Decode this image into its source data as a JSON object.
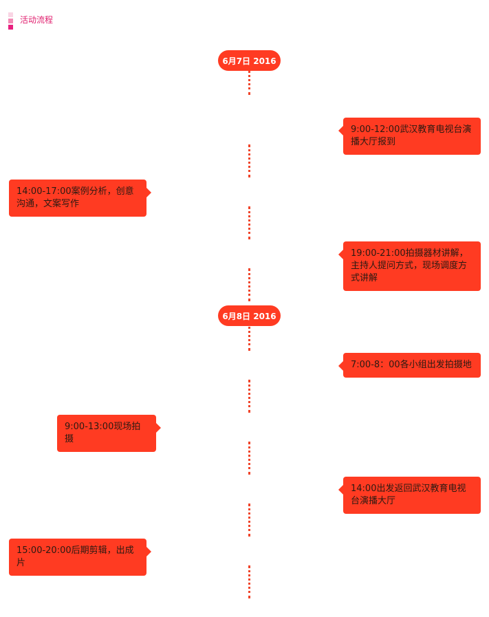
{
  "header": {
    "title": "活动流程",
    "icon": "stacked-squares-icon",
    "colors": {
      "accent": "#e0206f",
      "sq_light": "#f9d5e4",
      "sq_mid": "#f28ab5",
      "sq_dark": "#e8207f"
    }
  },
  "timeline": {
    "accent_color": "#ff3b22",
    "days": [
      {
        "date": "6月7日 2016",
        "events": [
          {
            "text": "9:00-12:00武汉教育电视台演播大厅报到",
            "side": "right"
          },
          {
            "text": "14:00-17:00案例分析，创意沟通，文案写作",
            "side": "left"
          },
          {
            "text": "19:00-21:00拍摄器材讲解，主持人提问方式，现场调度方式讲解",
            "side": "right"
          }
        ]
      },
      {
        "date": "6月8日 2016",
        "events": [
          {
            "text": "7:00-8：00各小组出发拍摄地",
            "side": "right"
          },
          {
            "text": "9:00-13:00现场拍摄",
            "side": "left"
          },
          {
            "text": "14:00出发返回武汉教育电视台演播大厅",
            "side": "right"
          },
          {
            "text": "15:00-20:00后期剪辑，出成片",
            "side": "left"
          }
        ]
      }
    ]
  }
}
